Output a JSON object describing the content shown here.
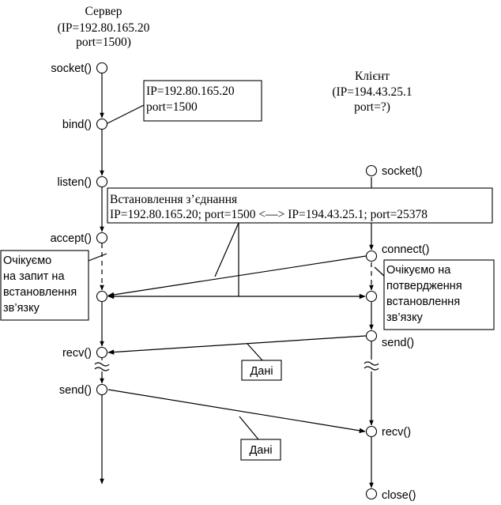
{
  "server": {
    "title": "Сервер",
    "ip": "(IP=192.80.165.20",
    "port": "port=1500)",
    "calls": {
      "socket": "socket()",
      "bind": "bind()",
      "listen": "listen()",
      "accept": "accept()",
      "recv": "recv()",
      "send": "send()"
    }
  },
  "client": {
    "title": "Клієнт",
    "ip": "(IP=194.43.25.1",
    "port": "port=?)",
    "calls": {
      "socket": "socket()",
      "connect": "connect()",
      "send": "send()",
      "recv": "recv()",
      "close": "close()"
    }
  },
  "bind_box": {
    "line1": "IP=192.80.165.20",
    "line2": "port=1500"
  },
  "connection_box": {
    "line1": "Встановлення з’єднання",
    "line2": "IP=192.80.165.20; port=1500 <—> IP=194.43.25.1; port=25378"
  },
  "server_wait_box": {
    "line1": "Очікуємо",
    "line2": "на запит на",
    "line3": "встановлення",
    "line4": "зв’язку"
  },
  "client_wait_box": {
    "line1": "Очікуємо на",
    "line2": "потвердження",
    "line3": "встановлення",
    "line4": "зв’язку"
  },
  "data_label_1": "Дані",
  "data_label_2": "Дані"
}
